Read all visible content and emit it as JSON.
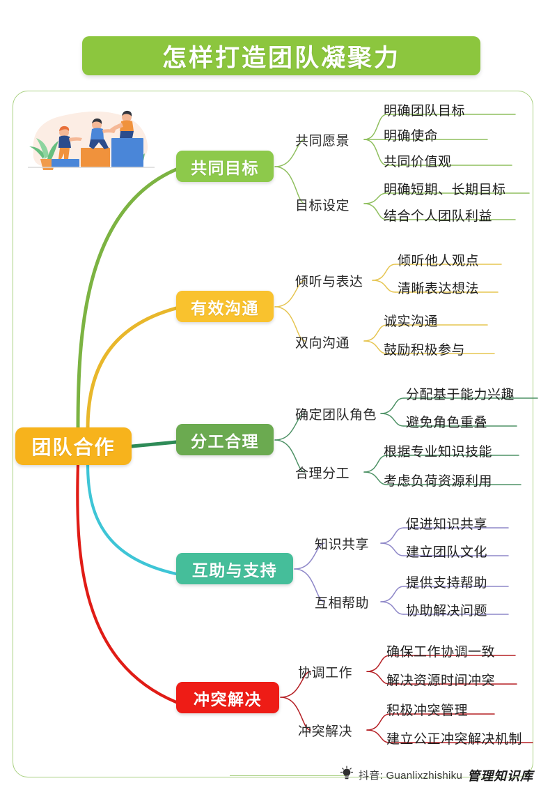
{
  "title": "怎样打造团队凝聚力",
  "root": {
    "label": "团队合作",
    "color": "#F7B31C"
  },
  "footer": {
    "platform_note": "抖音: Guanlixzhishiku",
    "brand": "管理知识库",
    "icon": "lightbulb-icon"
  },
  "illustration": {
    "name": "teamwork-climbing-steps-illustration",
    "alt": "三人互相拉手登上台阶的插画"
  },
  "branches": [
    {
      "label": "共同目标",
      "color": "#8DC94B",
      "line_color": "#7CB342",
      "subs": [
        {
          "label": "共同愿景",
          "leaves": [
            "明确团队目标",
            "明确使命",
            "共同价值观"
          ]
        },
        {
          "label": "目标设定",
          "leaves": [
            "明确短期、长期目标",
            "结合个人团队利益"
          ]
        }
      ]
    },
    {
      "label": "有效沟通",
      "color": "#F9C22E",
      "line_color": "#E8B72B",
      "subs": [
        {
          "label": "倾听与表达",
          "leaves": [
            "倾听他人观点",
            "清晰表达想法"
          ]
        },
        {
          "label": "双向沟通",
          "leaves": [
            "诚实沟通",
            "鼓励积极参与"
          ]
        }
      ]
    },
    {
      "label": "分工合理",
      "color": "#6BAA50",
      "line_color": "#3F8F54",
      "subs": [
        {
          "label": "确定团队角色",
          "leaves": [
            "分配基于能力兴趣",
            "避免角色重叠"
          ]
        },
        {
          "label": "合理分工",
          "leaves": [
            "根据专业知识技能",
            "考虑负荷资源利用"
          ]
        }
      ]
    },
    {
      "label": "互助与支持",
      "color": "#45BE9A",
      "line_color": "#8E87C8",
      "subs": [
        {
          "label": "知识共享",
          "leaves": [
            "促进知识共享",
            "建立团队文化"
          ]
        },
        {
          "label": "互相帮助",
          "leaves": [
            "提供支持帮助",
            "协助解决问题"
          ]
        }
      ]
    },
    {
      "label": "冲突解决",
      "color": "#EE1C16",
      "line_color": "#B52025",
      "subs": [
        {
          "label": "协调工作",
          "leaves": [
            "确保工作协调一致",
            "解决资源时间冲突"
          ]
        },
        {
          "label": "冲突解决",
          "leaves": [
            "积极冲突管理",
            "建立公正冲突解决机制"
          ]
        }
      ]
    }
  ],
  "main_branch_line_colors": [
    "#7CB342",
    "#E8B72B",
    "#2E8B57",
    "#3EC5D6",
    "#E01C16"
  ]
}
